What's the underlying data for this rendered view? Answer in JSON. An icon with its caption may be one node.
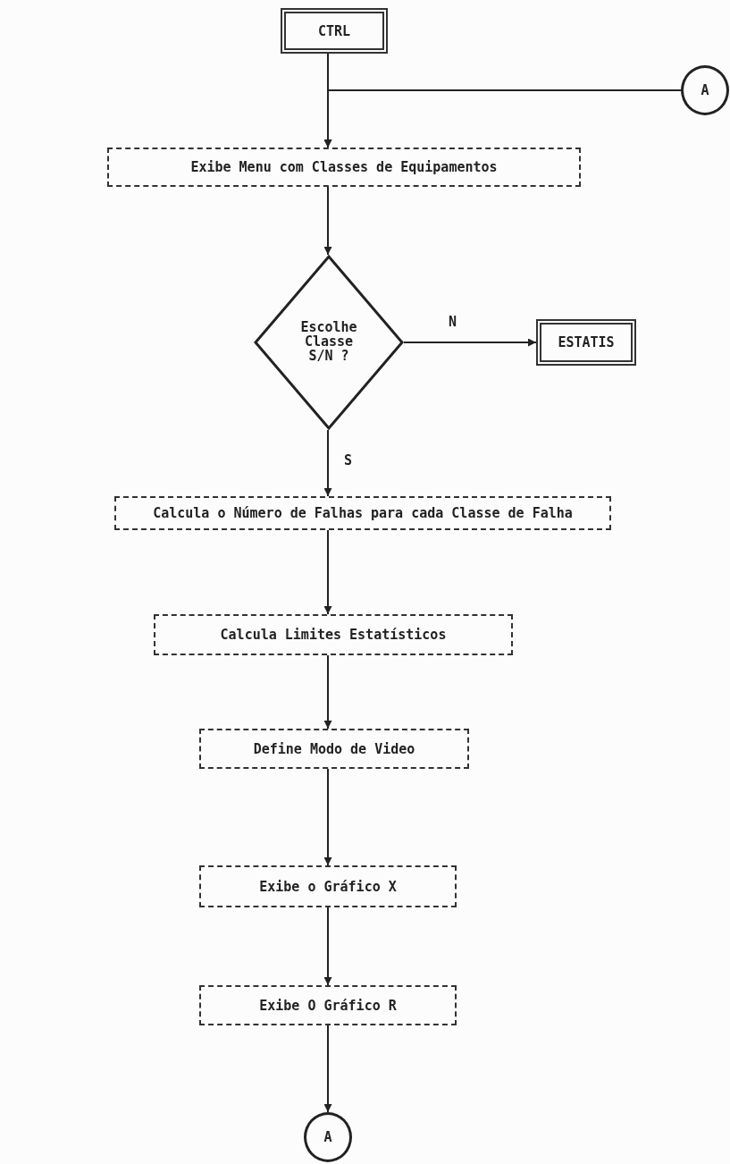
{
  "diagram": {
    "nodes": [
      {
        "text": [
          "CTRL"
        ]
      },
      {
        "text": [
          "A"
        ]
      },
      {
        "text": [
          "Exibe Menu com Classes de Equipamentos"
        ]
      },
      {
        "text": [
          "Escolhe Classe S/N ?"
        ]
      },
      {
        "text": [
          "ESTATIS"
        ]
      },
      {
        "text": [
          "Calcula o Número de Falhas para cada Classe de Falha"
        ]
      },
      {
        "text": [
          "Calcula Limites Estatísticos"
        ]
      },
      {
        "text": [
          "Define Modo de Video"
        ]
      },
      {
        "text": [
          "Exibe o Gráfico X"
        ]
      },
      {
        "text": [
          "Exibe O Gráfico R"
        ]
      },
      {
        "text": [
          "A"
        ]
      }
    ],
    "edges": [
      {
        "from": 0,
        "to": 2,
        "arrow": "to"
      },
      {
        "from": 1,
        "to": 2,
        "arrow": "to"
      },
      {
        "from": 2,
        "to": 3,
        "arrow": "to"
      },
      {
        "from": 3,
        "to": 4,
        "arrow": "to",
        "label": "N"
      },
      {
        "from": 3,
        "to": 5,
        "arrow": "to",
        "label": "S"
      },
      {
        "from": 5,
        "to": 6,
        "arrow": "to"
      },
      {
        "from": 6,
        "to": 7,
        "arrow": "to"
      },
      {
        "from": 7,
        "to": 8,
        "arrow": "to"
      },
      {
        "from": 8,
        "to": 9,
        "arrow": "to"
      },
      {
        "from": 9,
        "to": 10,
        "arrow": "to"
      }
    ]
  }
}
